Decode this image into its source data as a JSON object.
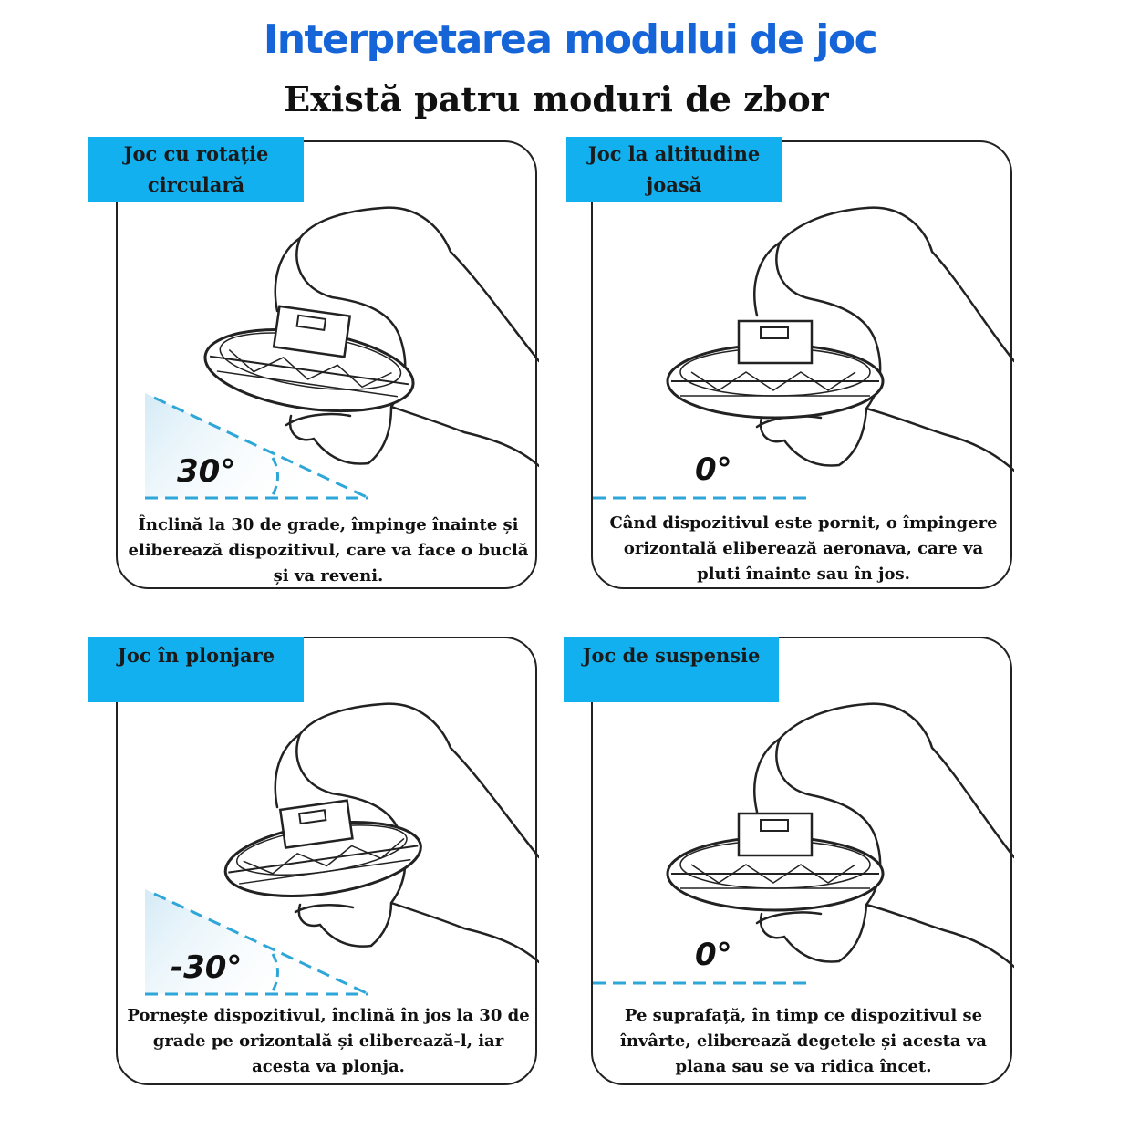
{
  "header": {
    "title": "Interpretarea modului de joc",
    "subtitle": "Există patru moduri de zbor"
  },
  "colors": {
    "title_blue": "#1565d8",
    "label_cyan": "#12b0ef",
    "angle_blue": "#2fa6d8"
  },
  "panels": [
    {
      "label": "Joc cu rotație circulară",
      "angle": "30°",
      "description": "Înclină la 30 de grade, împinge înainte și eliberează dispozitivul, care va face o buclă și va reveni.",
      "icon": "ufo-drone-in-hand-tilted-icon"
    },
    {
      "label": "Joc la altitudine joasă",
      "angle": "0°",
      "description": "Când dispozitivul este pornit, o împingere orizontală eliberează aeronava, care va pluti înainte sau în jos.",
      "icon": "ufo-drone-in-hand-level-icon"
    },
    {
      "label": "Joc în plonjare",
      "angle": "-30°",
      "description": "Pornește dispozitivul, înclină în jos la 30 de grade pe orizontală și eliberează-l, iar acesta va plonja.",
      "icon": "ufo-drone-in-hand-tilted-icon"
    },
    {
      "label": "Joc de suspensie",
      "angle": "0°",
      "description": "Pe suprafață, în timp ce dispozitivul se învârte, eliberează degetele și acesta va plana sau se va ridica încet.",
      "icon": "ufo-drone-in-hand-level-icon"
    }
  ]
}
